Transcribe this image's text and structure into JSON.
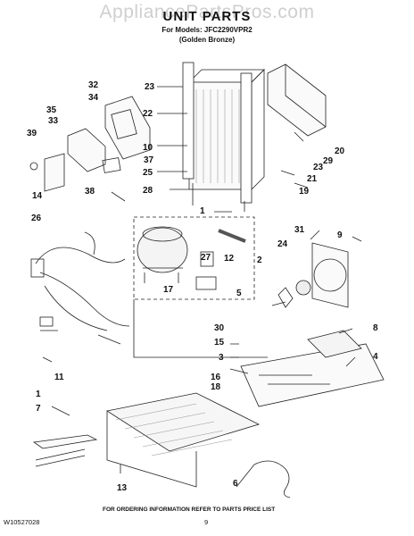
{
  "watermark": "AppliancePartsPros.com",
  "header": {
    "title": "UNIT PARTS",
    "models_line": "For Models: JFC2290VPR2",
    "variant_line": "(Golden Bronze)"
  },
  "callouts": [
    "23",
    "22",
    "32",
    "34",
    "35",
    "33",
    "39",
    "10",
    "37",
    "25",
    "28",
    "1",
    "38",
    "14",
    "26",
    "23",
    "21",
    "19",
    "29",
    "20",
    "9",
    "31",
    "24",
    "2",
    "27",
    "12",
    "17",
    "5",
    "30",
    "15",
    "3",
    "8",
    "4",
    "11",
    "16",
    "18",
    "1",
    "7",
    "13",
    "6"
  ],
  "footer": {
    "note": "FOR ORDERING INFORMATION REFER TO PARTS PRICE LIST",
    "doc_number": "W10527028",
    "page_number": "9"
  }
}
